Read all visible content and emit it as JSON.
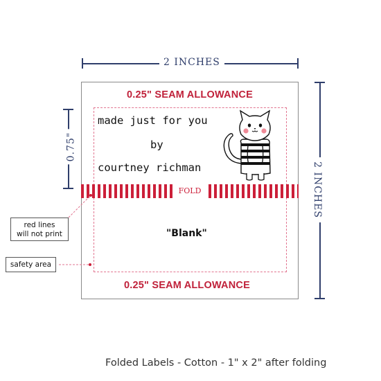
{
  "dimensions": {
    "width_label": "2 INCHES",
    "height_label": "2 INCHES",
    "top_section_label": "0.75\""
  },
  "label": {
    "seam_top": "0.25\" SEAM ALLOWANCE",
    "seam_bottom": "0.25\" SEAM ALLOWANCE",
    "fold": "FOLD",
    "text_lines": [
      "made just for you",
      "by",
      "courtney richman"
    ],
    "bottom_text": "\"Blank\""
  },
  "callouts": {
    "red_lines_line1": "red lines",
    "red_lines_line2": "will not print",
    "safety_area": "safety area"
  },
  "caption": "Folded Labels - Cotton - 1\" x 2\" after folding",
  "colors": {
    "accent_red": "#cc1f39",
    "dimension_navy": "#2f3e6b",
    "safe_area_pink": "#e27590"
  },
  "icons": [
    "cat-illustration-icon"
  ]
}
